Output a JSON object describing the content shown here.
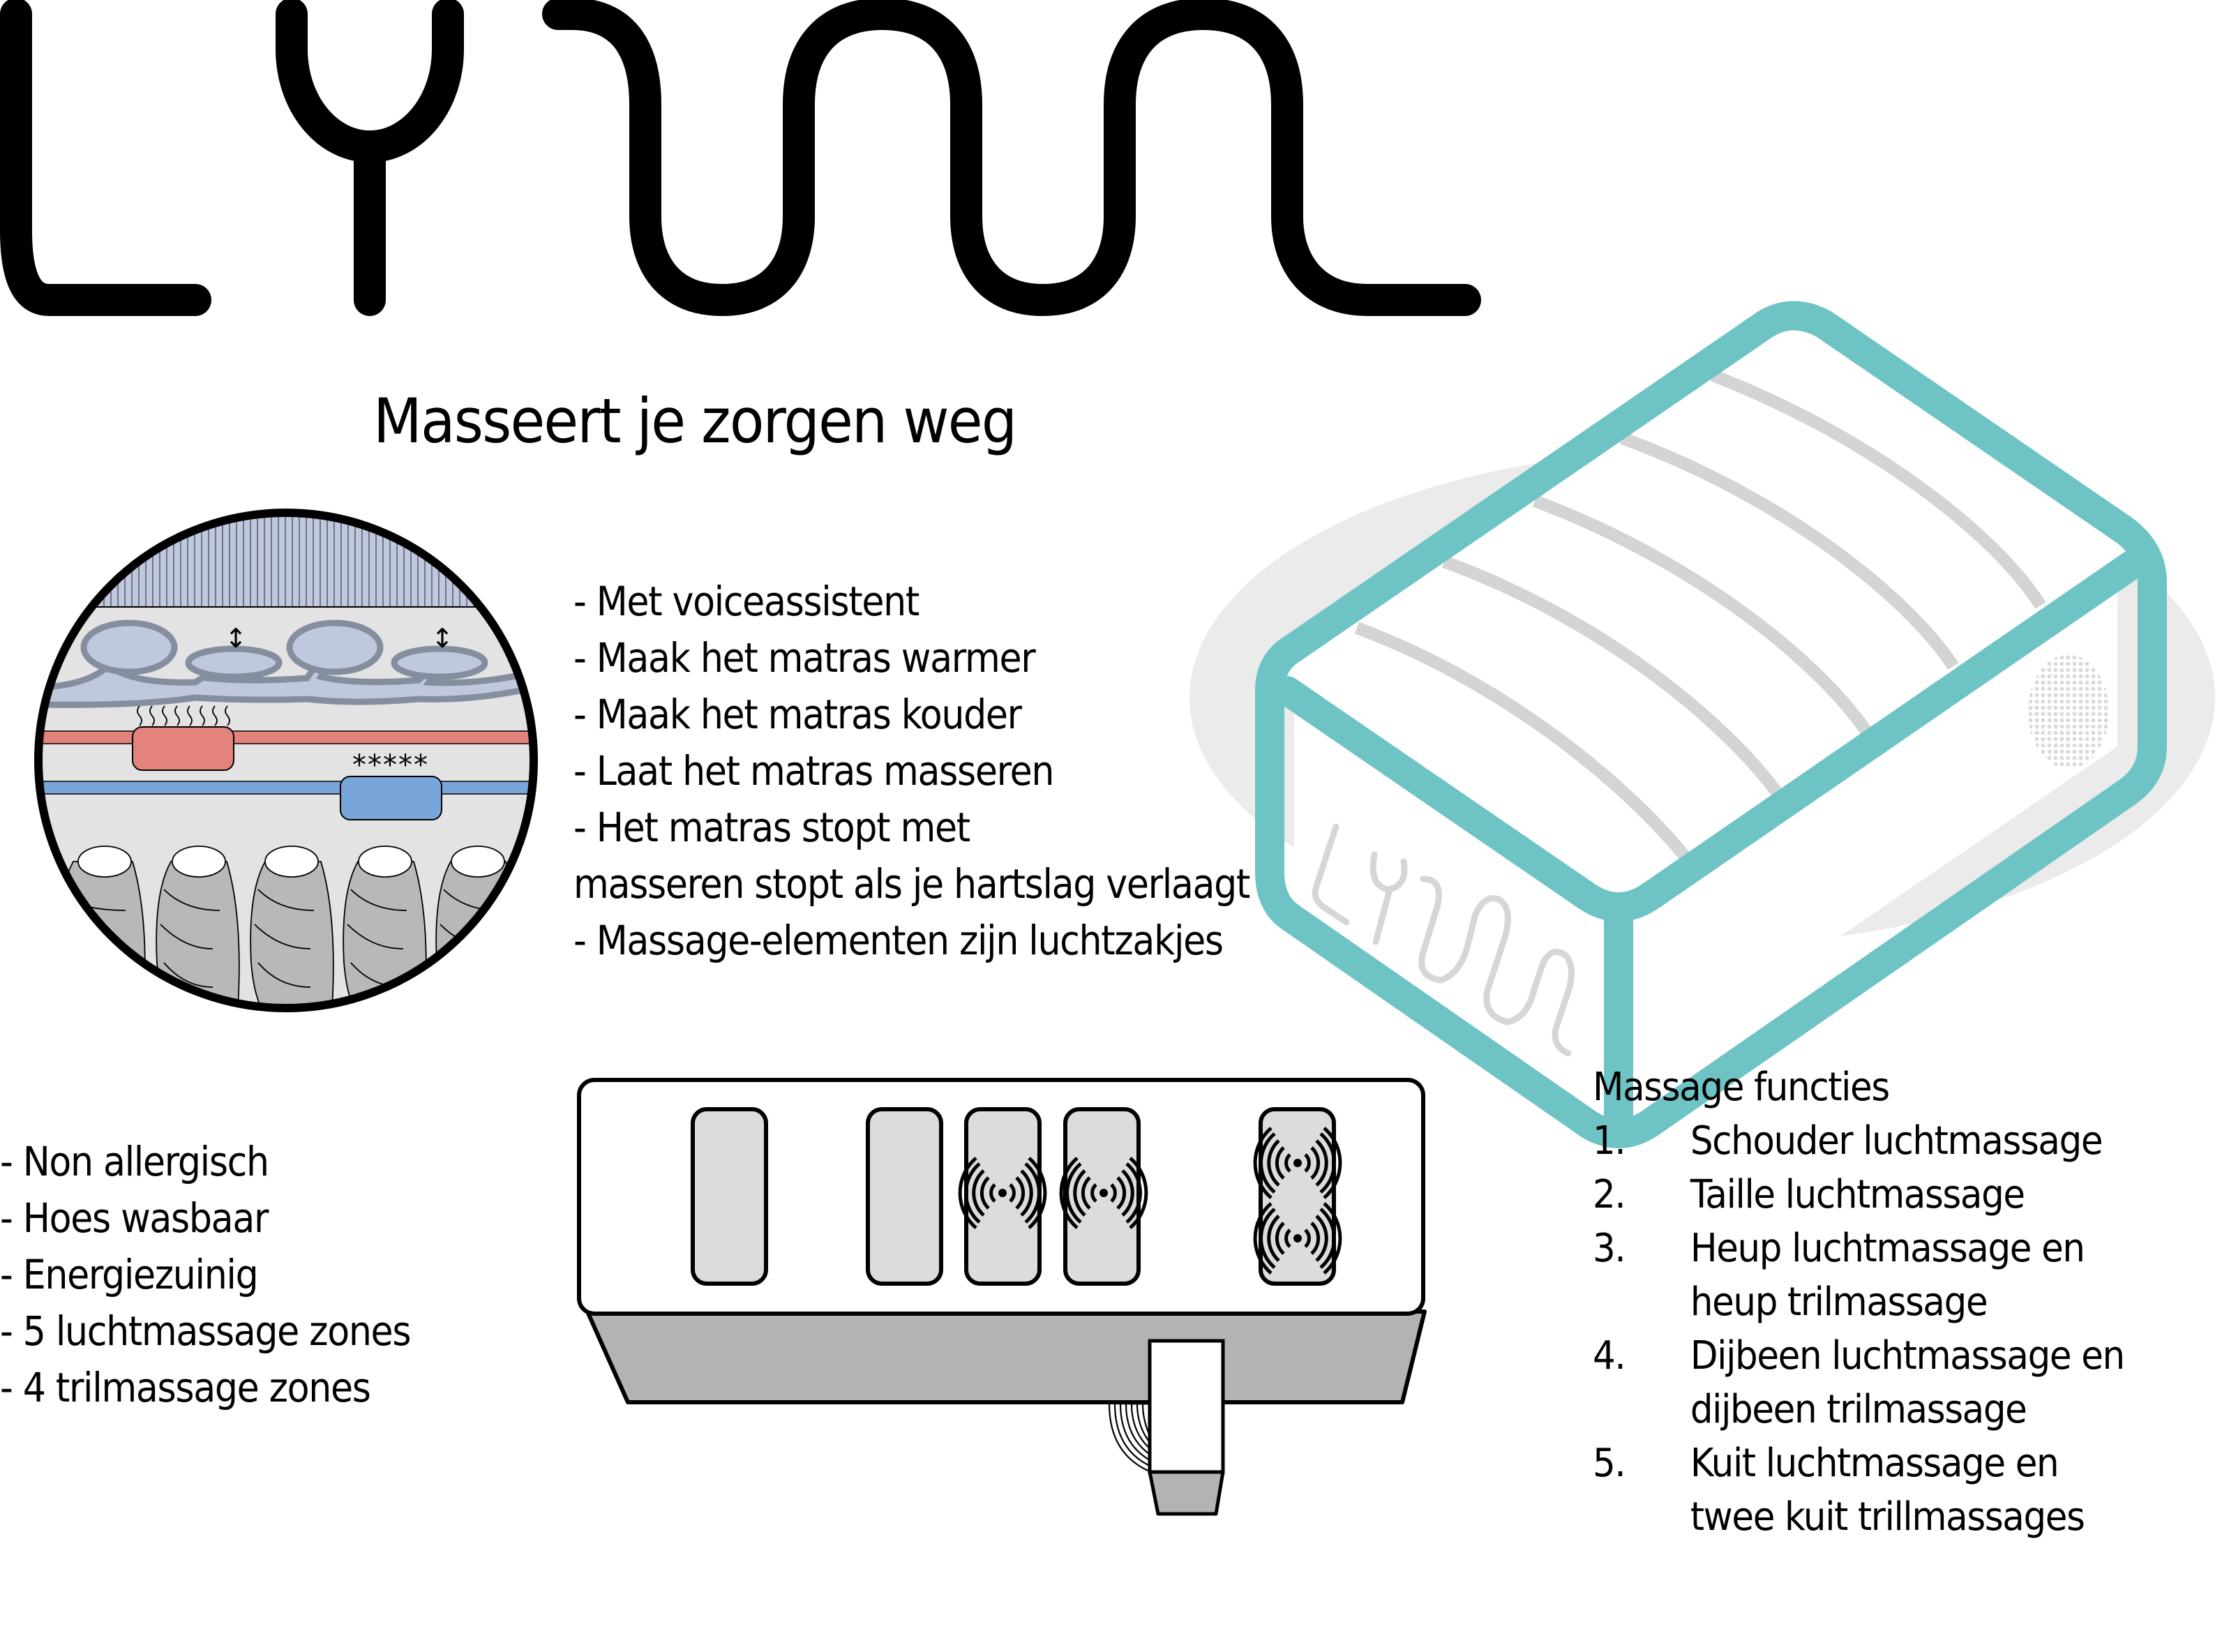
{
  "brand": {
    "logo_text": "LYNN",
    "tagline": "Masseert je zorgen weg"
  },
  "features": [
    "- Met voiceassistent",
    "- Maak het matras warmer",
    "- Maak het matras kouder",
    "- Laat het matras masseren",
    "- Het matras stopt met",
    "masseren stopt als je hartslag verlaagt",
    "- Massage-elementen zijn luchtzakjes"
  ],
  "properties": [
    "- Non allergisch",
    "- Hoes wasbaar",
    "- Energiezuinig",
    "- 5 luchtmassage zones",
    "- 4 trilmassage zones"
  ],
  "massage_functions": {
    "title": "Massage functies",
    "items": [
      {
        "num": "1.",
        "lines": [
          "Schouder luchtmassage"
        ]
      },
      {
        "num": "2.",
        "lines": [
          "Taille luchtmassage"
        ]
      },
      {
        "num": "3.",
        "lines": [
          "Heup luchtmassage en",
          "heup trilmassage"
        ]
      },
      {
        "num": "4.",
        "lines": [
          "Dijbeen luchtmassage en",
          "dijbeen trilmassage"
        ]
      },
      {
        "num": "5.",
        "lines": [
          "Kuit luchtmassage en",
          "twee kuit trillmassages"
        ]
      }
    ]
  },
  "cross_section": {
    "layers": [
      "cover-fabric",
      "air-chambers",
      "heating-wire",
      "cooling-wire",
      "pocket-springs"
    ],
    "heat_symbol": "≈≈≈≈≈≈≈≈",
    "cold_symbol": "*****",
    "arrow_symbol": "↕"
  },
  "top_view": {
    "air_zones": 5,
    "vibration_zones": 4
  },
  "colors": {
    "teal": "#6EC4C4",
    "shadow": "#EBEBEB",
    "heat": "#E4837B",
    "cold": "#78A6DA",
    "air": "#C0C8DE",
    "air_outline": "#858E9E",
    "zone_fill": "#DCDCDC",
    "base_grey": "#B3B3B3",
    "section_bg": "#E3E3E3"
  }
}
